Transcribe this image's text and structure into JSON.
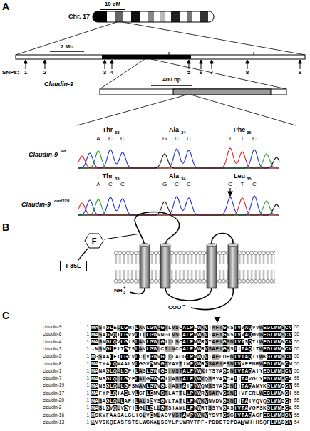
{
  "diagram": {
    "nodes": [
      {
        "text": [
          "F"
        ]
      },
      {
        "text": [
          "F35L"
        ]
      }
    ],
    "edges": [
      {
        "from": 0,
        "to": 1,
        "arrow": "none"
      }
    ],
    "labels": [
      "A",
      "10 cM",
      "Chr. 17",
      "2 Mb",
      "SNPs:",
      "1",
      "2",
      "3",
      "4",
      "5",
      "6",
      "7",
      "8",
      "9",
      "Claudin-9",
      "400 bp",
      "Thr",
      "33",
      "Ala",
      "34",
      "Phe",
      "35",
      "A",
      "C",
      "C",
      "G",
      "C",
      "C",
      "T",
      "T",
      "C",
      "Claudin-9",
      "wt",
      "Thr",
      "33",
      "Ala",
      "34",
      "Leu",
      "35",
      "A",
      "C",
      "C",
      "G",
      "C",
      "C",
      "C",
      "T",
      "C",
      "Claudin-9",
      "nmf329",
      "B",
      "NH",
      "3",
      "+",
      "COO",
      "−",
      "C",
      "claudin-9",
      "1",
      "MASTGLELLGMTLAVLGWLGTLVSCALPLWKVTAFIGNSIVVAQVVWEGLWMSCV",
      "55",
      "claudin-6",
      "1",
      "MASAGMQILGVVLTLLGWVNGLVSCALPMWKVTAFIGNSIVVAQMVWEGLWMSCV",
      "55",
      "claudin-4",
      "1",
      "MASMGLQVLGISLAVLGWLGIILSCALPMWRVTAFIGSNIVTSQTIWEGLWMNCV",
      "55",
      "claudin-3",
      "1",
      "-MSMGLEITGTSLAVLGWLCTIVCCALPMWRVSAFIGSSIITAQITWEGLWMNCV",
      "55",
      "claudin-5",
      "1",
      "MGSAALEILGLVLCLVGWVGLILACGLPMWQVTAFLDHNIVTAQTTWKGLWMSCV",
      "55",
      "claudin-8",
      "1",
      "MATYALQMAALVLGGVGMVGTVAVTIMPQWRVSAFIESNIVVFENRWEGLWMNCM",
      "55",
      "claudin-1",
      "1",
      "MANAGLQLLGFILASLGWIGSIVSTALPQWKIYSYAGDNIVTAQAIYEGLWMSCV",
      "55",
      "claudin-7",
      "1",
      "MANSGLQLLGYFLALGGWVGIIASTALPQWKQSSYAGDAIITAVGLYEGLWMSCA",
      "55",
      "claudin-19",
      "1",
      "MANSGLQLLGFSMAMLGWVGLIASTAIPQWQMSSYAGDNIITAQAMYKGLWMDCV",
      "55",
      "claudin-17",
      "1",
      "MAFYPLQIAGLVLGFLGMVGTLATTLLPQWRVSAFVGSNIIVFERLWEGLWMNCI",
      "55",
      "claudin-20",
      "1",
      "MASAGLQLLAFILALSGVSGVLTATLLPNWKVNVDVGSNIITAIVQVQGLWMDCT",
      "55",
      "claudin-2",
      "1",
      "MASLGVQLVGYILGLLGLLGTSIAMLLPNWRTSSYVGASIVTAVGFSKGLWMECA",
      "55",
      "claudin-16",
      "1",
      "MSKVFAASALGLIGLVGMLAGVVSTAMPQWKVYSVTGSGIVTAQAGFEGLWMSCV",
      "55",
      "claudin-13",
      "1",
      "MVVSKQEASFSTSLWGKALSCVLPLWRVTPF-PDDETDPDATWHIHSQFLWMDCV",
      "54"
    ]
  }
}
